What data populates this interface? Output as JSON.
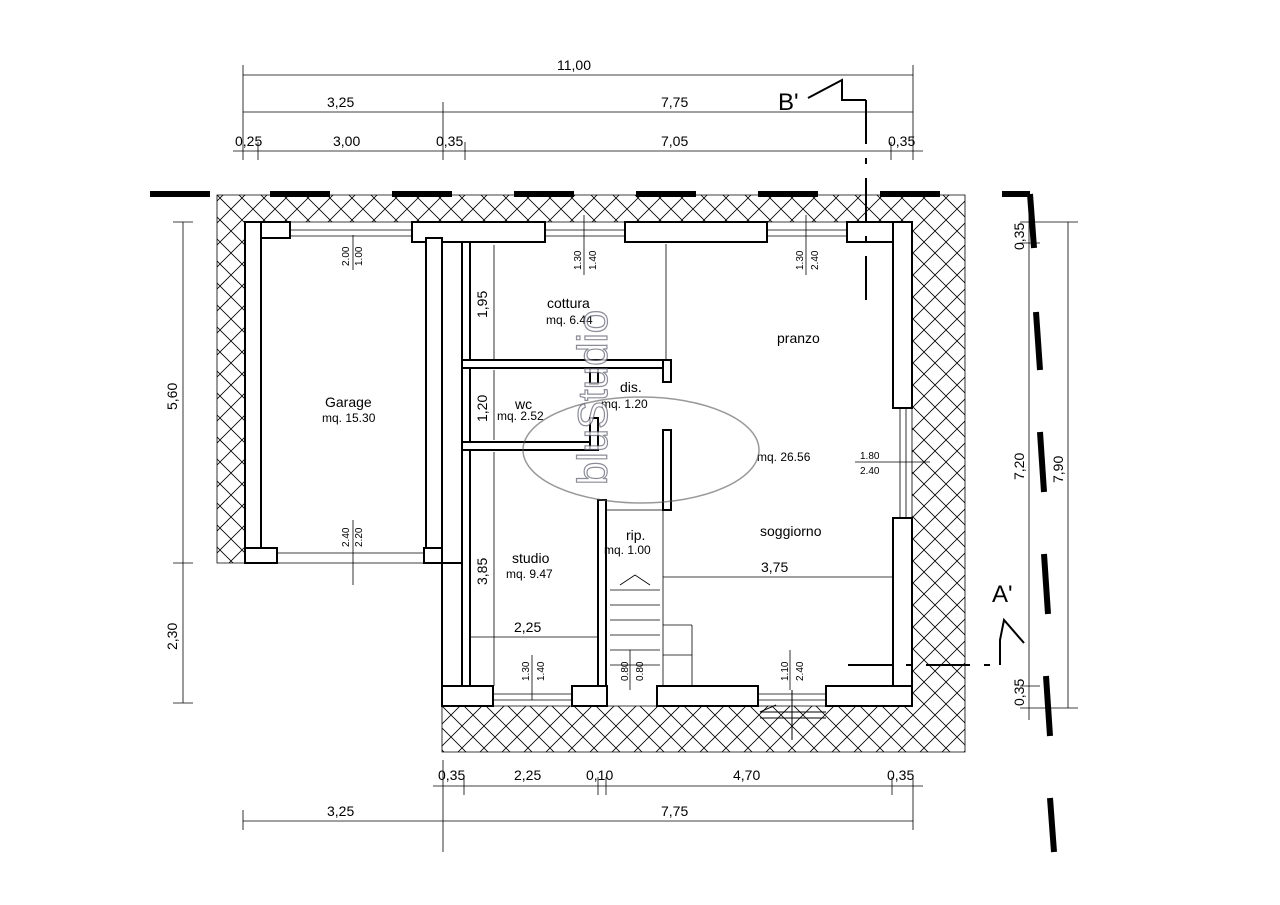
{
  "section_marks": {
    "b": "B'",
    "a": "A'"
  },
  "dimensions_top": {
    "total": "11,00",
    "left": "3,25",
    "right": "7,75",
    "d1": "0,25",
    "d2": "3,00",
    "d3": "0,35",
    "d4": "7,05",
    "d5": "0,35"
  },
  "dimensions_bottom": {
    "d1": "0,35",
    "d2": "2,25",
    "d3": "0,10",
    "d4": "4,70",
    "d5": "0,35",
    "left": "3,25",
    "right": "7,75"
  },
  "dimensions_left": {
    "upper": "5,60",
    "lower": "2,30"
  },
  "dimensions_right": {
    "top": "0,35",
    "mid": "7,20",
    "bottom": "0,35",
    "total": "7,90"
  },
  "rooms": {
    "garage": {
      "name": "Garage",
      "area": "mq. 15.30"
    },
    "cottura": {
      "name": "cottura",
      "area": "mq. 6.44"
    },
    "pranzo": {
      "name": "pranzo"
    },
    "wc": {
      "name": "wc",
      "area": "mq. 2.52"
    },
    "dis": {
      "name": "dis.",
      "area": "mq. 1.20"
    },
    "soggiorno": {
      "name": "soggiorno",
      "area": "mq. 26.56"
    },
    "rip": {
      "name": "rip.",
      "area": "mq. 1.00"
    },
    "studio": {
      "name": "studio",
      "area": "mq. 9.47"
    }
  },
  "inner_dims": {
    "cottura_h": "1,95",
    "wc_h": "1,20",
    "studio_h": "3,85",
    "studio_w": "2,25",
    "soggiorno_w": "3,75"
  },
  "openings": {
    "garage_top_a": "2.00",
    "garage_top_b": "1.00",
    "garage_bot_a": "2.40",
    "garage_bot_b": "2.20",
    "cottura_a": "1.30",
    "cottura_b": "1.40",
    "pranzo_a": "1.30",
    "pranzo_b": "2.40",
    "east_a": "1.80",
    "east_b": "2.40",
    "studio_a": "1.30",
    "studio_b": "1.40",
    "entry_a": "0.80",
    "entry_b": "0.80",
    "soggiorno_a": "1.10",
    "soggiorno_b": "2.40"
  },
  "watermark": {
    "text": "bluStudio"
  }
}
